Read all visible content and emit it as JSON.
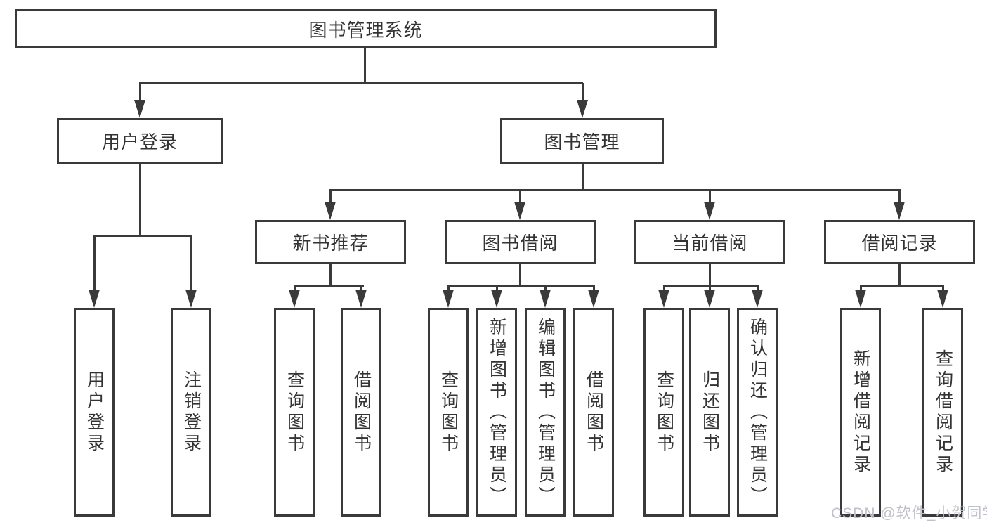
{
  "tree": {
    "root": "图书管理系统",
    "level1": [
      "用户登录",
      "图书管理"
    ],
    "level2": [
      "新书推荐",
      "图书借阅",
      "当前借阅",
      "借阅记录"
    ],
    "leaves": {
      "login": [
        "用户登录",
        "注销登录"
      ],
      "recommend": [
        "查询图书",
        "借阅图书"
      ],
      "borrow": [
        "查询图书",
        "新增图书（管理员）",
        "编辑图书（管理员）",
        "借阅图书"
      ],
      "current": [
        "查询图书",
        "归还图书",
        "确认归还（管理员）"
      ],
      "records": [
        "新增借阅记录",
        "查询借阅记录"
      ]
    }
  },
  "watermark": "CSDN @软件_小贺同学",
  "colors": {
    "line": "#3a3a3a",
    "text": "#333333",
    "watermark": "#bfc3c9",
    "background": "#ffffff"
  }
}
